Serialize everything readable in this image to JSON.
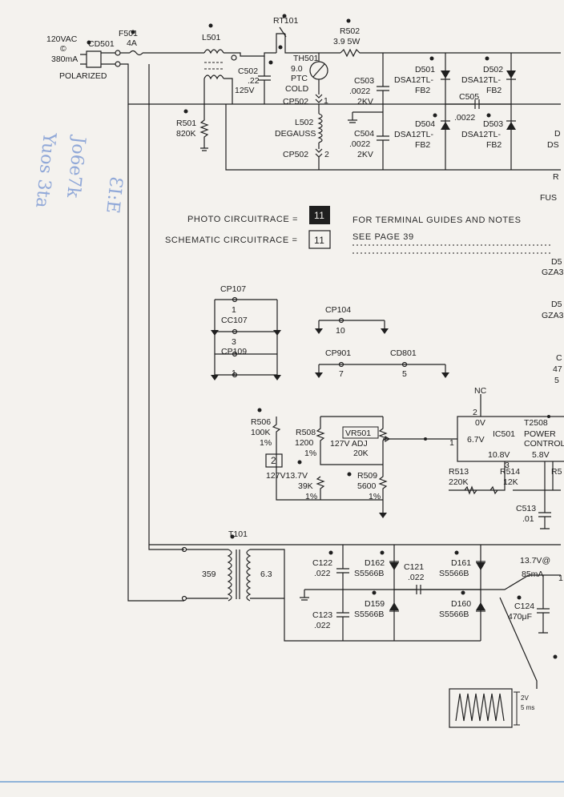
{
  "labels": {
    "ac_in": "120VAC",
    "circle_symbol": "©",
    "current": "380mA",
    "polarized": "POLARIZED",
    "cd501": "CD501",
    "f501": "F501",
    "f501_val": "4A",
    "l501": "L501",
    "rt101": "RT101",
    "r502": "R502",
    "r502_val": "3.9 5W",
    "c502": "C502",
    "c502_v1": ".22",
    "c502_v2": "125V",
    "th501": "TH501",
    "th501_v1": "9.0",
    "th501_v2": "PTC",
    "th501_v3": "COLD",
    "cp502": "CP502",
    "cp502_1": "1",
    "l502": "L502",
    "degauss": "DEGAUSS",
    "cp502_b": "CP502",
    "cp502_2": "2",
    "c503": "C503",
    "c503_v1": ".0022",
    "c503_v2": "2KV",
    "c504": "C504",
    "c504_v1": ".0022",
    "c504_v2": "2KV",
    "d501": "D501",
    "d501_v1": "DSA12TL-",
    "d501_v2": "FB2",
    "d502": "D502",
    "d502_v1": "DSA12TL-",
    "d502_v2": "FB2",
    "d503": "D503",
    "d503_v1": "DSA12TL-",
    "d503_v2": "FB2",
    "d504": "D504",
    "d504_v1": "DSA12TL-",
    "d504_v2": "FB2",
    "c505": "C505",
    "c505_v": ".0022",
    "r501": "R501",
    "r501_v": "820K",
    "photo_circuitrace": "PHOTO CIRCUITRACE =",
    "schematic_circuitrace": "SCHEMATIC CIRCUITRACE =",
    "box_11": "11",
    "note_line1": "FOR TERMINAL GUIDES AND NOTES",
    "note_line2": "SEE PAGE  39",
    "cp107": "CP107",
    "cp107_n": "1",
    "cc107": "CC107",
    "cc107_n": "3",
    "cp109": "CP109",
    "cp109_n": "1",
    "cp104": "CP104",
    "cp104_n": "10",
    "cp901": "CP901",
    "cp901_n": "7",
    "cd801": "CD801",
    "cd801_n": "5",
    "nc": "NC",
    "ic501_pin2": "2",
    "ic501_0v": "0V",
    "t2508": "T2508",
    "ic501_67": "6.7V",
    "ic501_pin1": "1",
    "ic501": "IC501",
    "power": "POWER",
    "control": "CONTROL",
    "ic501_108": "10.8V",
    "ic501_58": "5.8V",
    "ic501_pin3": "3",
    "r506": "R506",
    "r506_v1": "100K",
    "r506_v2": "1%",
    "r508": "R508",
    "r508_v1": "1200",
    "r508_v2": "1%",
    "vr501": "VR501",
    "vr501_v1": "127V ADJ",
    "vr501_v2": "20K",
    "box_2": "2",
    "r127v": "127V13.7V",
    "r39k": "39K",
    "r39k_p": "1%",
    "r509": "R509",
    "r509_v1": "5600",
    "r509_v2": "1%",
    "r513": "R513",
    "r513_v": "220K",
    "r514": "R514",
    "r514_v": "12K",
    "r5x": "R5",
    "c513": "C513",
    "c513_v": ".01",
    "t101": "T101",
    "t101_l": "359",
    "t101_r": "6.3",
    "c122": "C122",
    "c122_v": ".022",
    "d162": "D162",
    "d162_v": "S5566B",
    "c121": "C121",
    "c121_v": ".022",
    "d161": "D161",
    "d161_v": "S5566B",
    "d159": "D159",
    "d159_v": "S5566B",
    "d160": "D160",
    "d160_v": "S5566B",
    "c123": "C123",
    "c123_v": ".022",
    "v137": "13.7V@",
    "ma85": "85mA",
    "c124": "C124",
    "c124_v": "470μF",
    "scope_v": "2V",
    "scope_s": "5 ms",
    "right_ds": "DS",
    "right_r": "R",
    "right_fus": "FUS",
    "right_d5a": "D5",
    "right_gza3a": "GZA3",
    "right_d5b": "D5",
    "right_gza3b": "GZA3",
    "right_c": "C",
    "right_47": "47",
    "right_5": "5",
    "right_d": "D",
    "right_1": "1",
    "hand_1": "Yuos 3ta",
    "hand_2": "Jo6e7k",
    "hand_3": "ƐI:E"
  },
  "colors": {
    "paper": "#f4f2ee",
    "ink": "#1f1f1f",
    "handwriting": "#6f8fd0",
    "bottom_edge": "#8fb3d9"
  }
}
